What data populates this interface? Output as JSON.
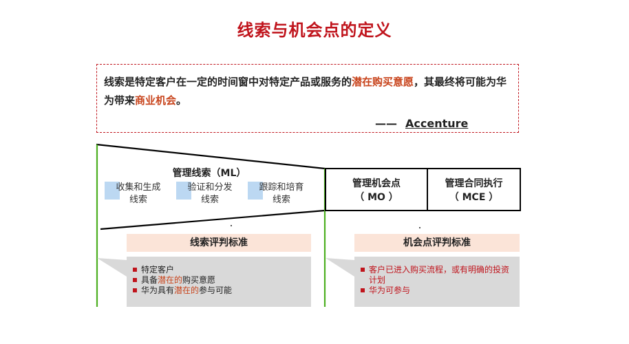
{
  "title": "线索与机会点的定义",
  "quote": {
    "part1": "线索是特定客户在一定的时间窗中对特定产品或服务的",
    "highlight1": "潜在购买意愿",
    "part2": "，其最终将可能为华为带来",
    "highlight2": "商业机会",
    "part3": "。",
    "attribution_dash": "——",
    "attribution_name": "Accenture"
  },
  "ml": {
    "title": "管理线索（ML）",
    "steps": [
      {
        "line1": "收集和生成",
        "line2": "线索"
      },
      {
        "line1": "验证和分发",
        "line2": "线索"
      },
      {
        "line1": "跟踪和培育",
        "line2": "线索"
      }
    ]
  },
  "mo": {
    "line1": "管理机会点",
    "line2": "（ MO ）"
  },
  "mce": {
    "line1": "管理合同执行",
    "line2": "（ MCE ）"
  },
  "lead_criteria": {
    "header": "线索评判标准",
    "items": [
      {
        "plain_before": "特定客户",
        "hl": "",
        "plain_after": ""
      },
      {
        "plain_before": "具备",
        "hl": "潜在的",
        "plain_after": "购买意愿"
      },
      {
        "plain_before": "华为具有",
        "hl": "潜在的",
        "plain_after": "参与可能"
      }
    ]
  },
  "opp_criteria": {
    "header": "机会点评判标准",
    "items": [
      "客户已进入购买流程，或有明确的投资计划",
      "华为可参与"
    ]
  },
  "colors": {
    "title_red": "#c0141c",
    "highlight_orange": "#c8441c",
    "green_line": "#4caf20",
    "marker_blue": "#bcd8f2",
    "criteria_header_bg": "#fbe4d8",
    "criteria_body_bg": "#d9d9d9"
  }
}
